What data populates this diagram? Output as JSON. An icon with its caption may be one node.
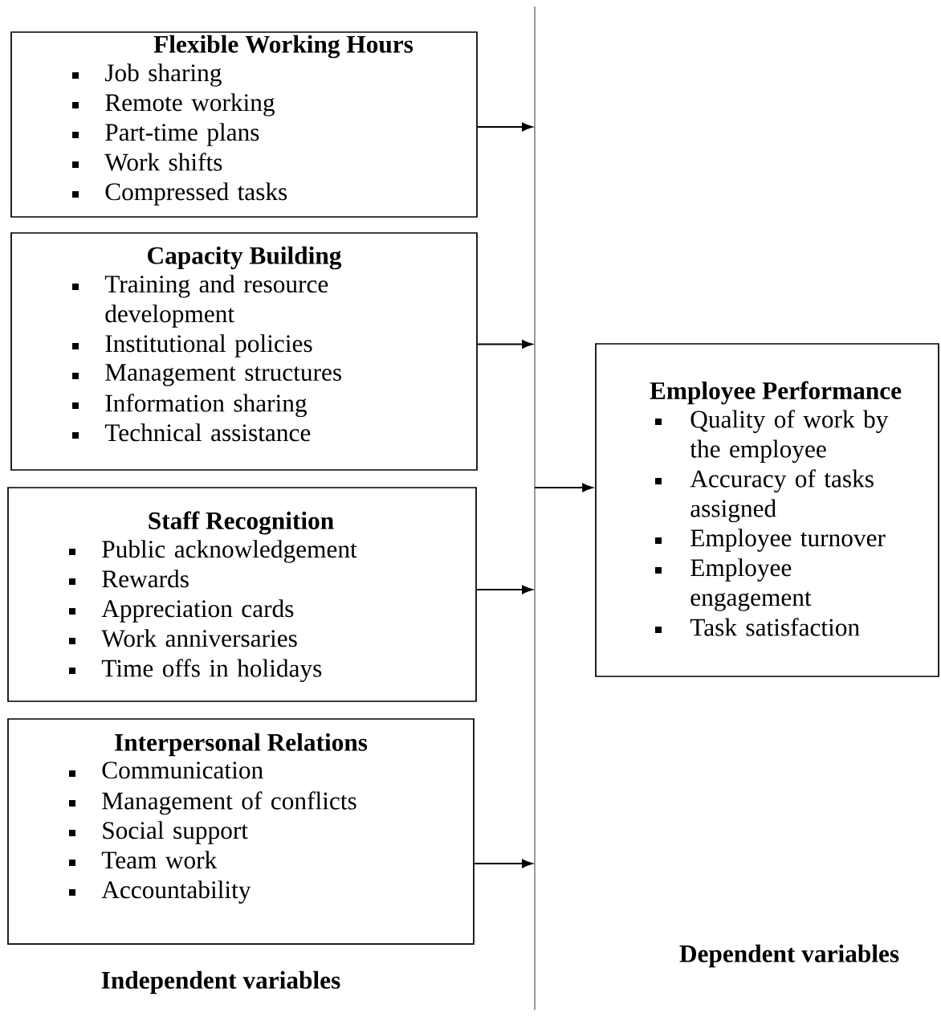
{
  "diagram": {
    "nodes": [
      {
        "text": [
          "Flexible Working Hours",
          "Job sharing",
          "Remote working",
          "Part-time plans",
          "Work shifts",
          "Compressed tasks"
        ]
      },
      {
        "text": [
          "Capacity Building",
          "Training and resource development",
          "Institutional policies",
          "Management structures",
          "Information sharing",
          "Technical assistance"
        ]
      },
      {
        "text": [
          "Staff Recognition",
          "Public acknowledgement",
          "Rewards",
          "Appreciation cards",
          "Work anniversaries",
          "Time offs in holidays"
        ]
      },
      {
        "text": [
          "Interpersonal Relations",
          "Communication",
          "Management of conflicts",
          "Social support",
          "Team work",
          "Accountability"
        ]
      },
      {
        "text": [],
        "shape": "bar"
      },
      {
        "text": [
          "Employee Performance",
          "Quality of work by the employee",
          "Accuracy of tasks assigned",
          "Employee turnover",
          "Employee engagement",
          "Task satisfaction"
        ]
      }
    ],
    "edges": [
      {
        "from": 0,
        "to": 4,
        "arrow": "to"
      },
      {
        "from": 1,
        "to": 4,
        "arrow": "to"
      },
      {
        "from": 2,
        "to": 4,
        "arrow": "to"
      },
      {
        "from": 3,
        "to": 4,
        "arrow": "to"
      },
      {
        "from": 4,
        "to": 5,
        "arrow": "to"
      }
    ],
    "labels": [
      "Dependent variables",
      "Independent variables"
    ]
  }
}
